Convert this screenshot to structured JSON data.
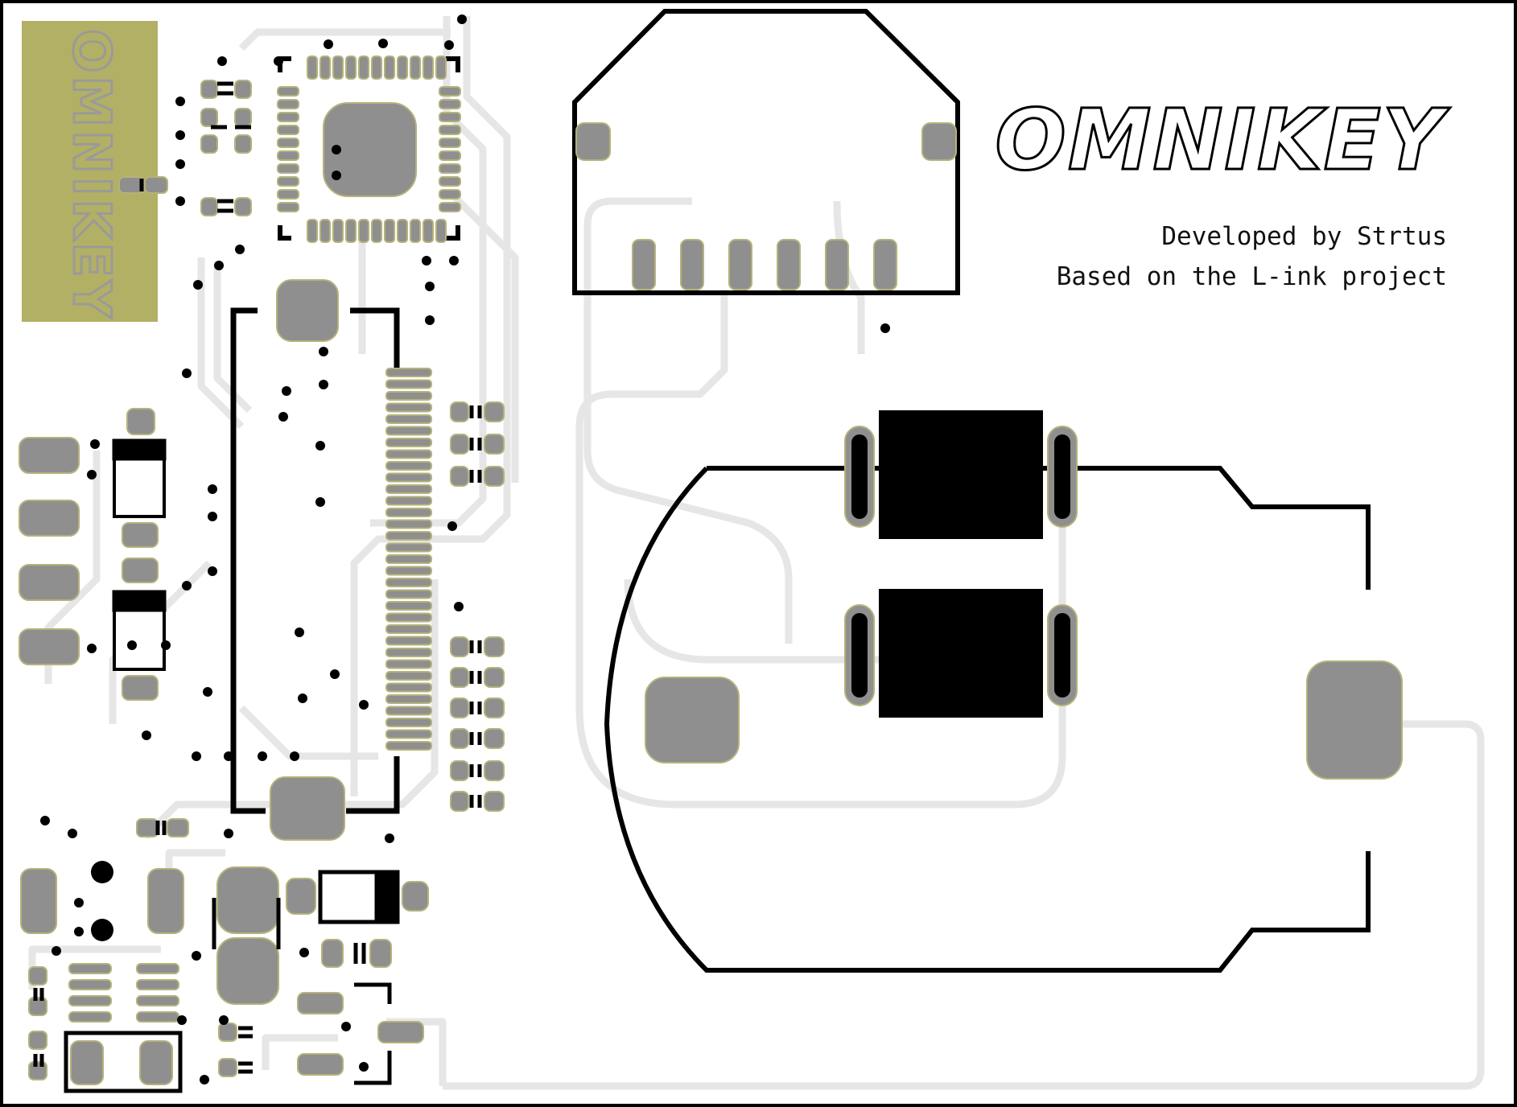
{
  "logo": {
    "title": "OMNIKEY",
    "plate_text": "OMNIKEY"
  },
  "credits": {
    "line1": "Developed by Strtus",
    "line2": "Based on the L-ink project"
  },
  "colors": {
    "background": "#ffffff",
    "pad": "#8f8f8f",
    "pad_outline": "#b5b27a",
    "trace": "#e6e6e6",
    "silkscreen": "#000000",
    "logo_plate": "#b2b064",
    "logo_plate_text": "#9a9a9a"
  }
}
